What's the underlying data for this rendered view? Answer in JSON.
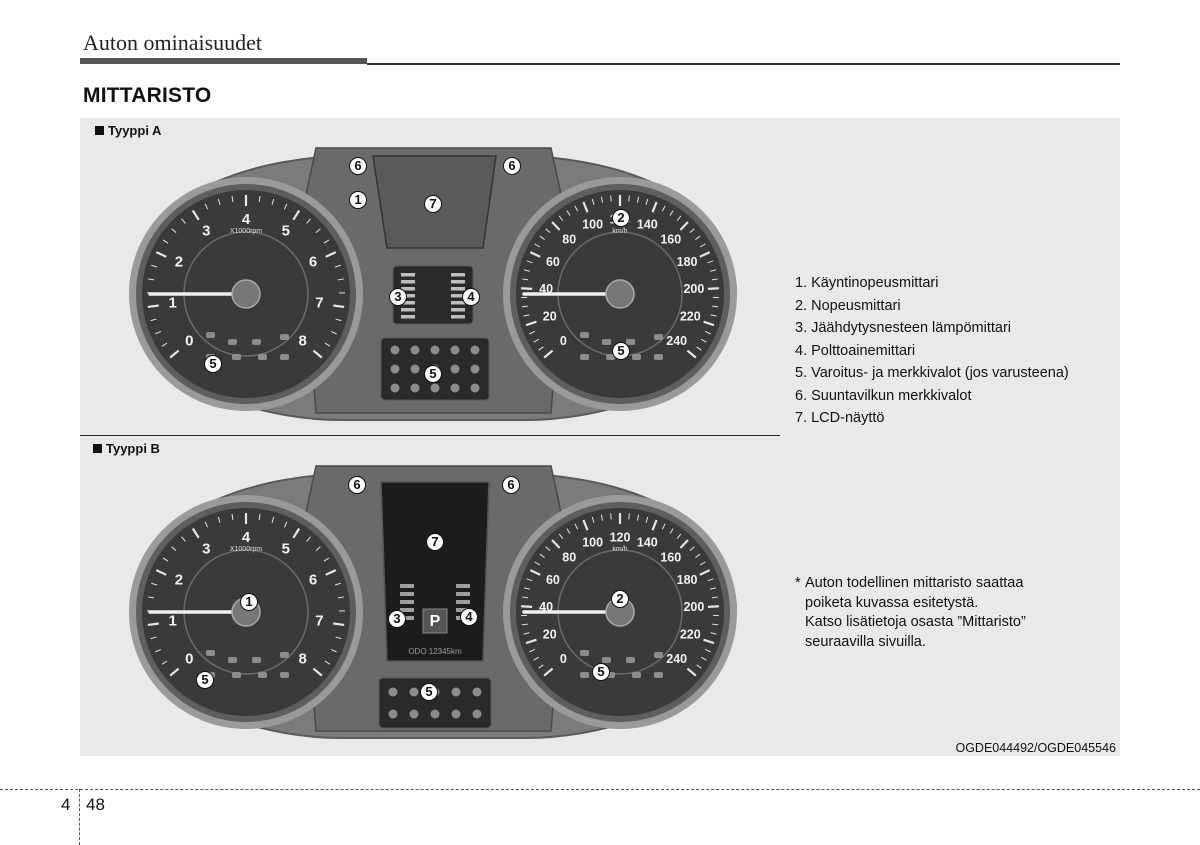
{
  "header": {
    "section_title": "Auton ominaisuudet"
  },
  "heading": "MITTARISTO",
  "figure": {
    "type_a_label": "Tyyppi A",
    "type_b_label": "Tyyppi B",
    "figure_code": "OGDE044492/OGDE045546",
    "tach_unit": "X1000rpm",
    "speed_unit": "km/h",
    "tach_ticks": [
      "0",
      "1",
      "2",
      "3",
      "4",
      "5",
      "6",
      "7",
      "8"
    ],
    "speed_ticks": [
      "0",
      "20",
      "40",
      "60",
      "80",
      "100",
      "120",
      "140",
      "160",
      "180",
      "200",
      "220",
      "240"
    ],
    "gear": "P",
    "lcd_readout": "ODO 12345km",
    "callouts": [
      "1",
      "2",
      "3",
      "4",
      "5",
      "6",
      "7"
    ]
  },
  "legend": [
    "1. Käyntinopeusmittari",
    "2. Nopeusmittari",
    "3. Jäähdytysnesteen lämpömittari",
    "4. Polttoainemittari",
    "5. Varoitus- ja merkkivalot (jos varusteena)",
    "6. Suuntavilkun merkkivalot",
    "7. LCD-näyttö"
  ],
  "note": {
    "marker": "*",
    "text": "Auton todellinen mittaristo saattaa\npoiketa kuvassa esitetystä.\nKatso lisätietoja osasta ”Mittaristo”\nseuraavilla sivuilla."
  },
  "footer": {
    "chapter": "4",
    "page": "48"
  },
  "colors": {
    "bezel": "#8a8a8a",
    "dial": "#3a3a3a",
    "lcd": "#1c1c1c",
    "background": "#e9e9e9"
  }
}
